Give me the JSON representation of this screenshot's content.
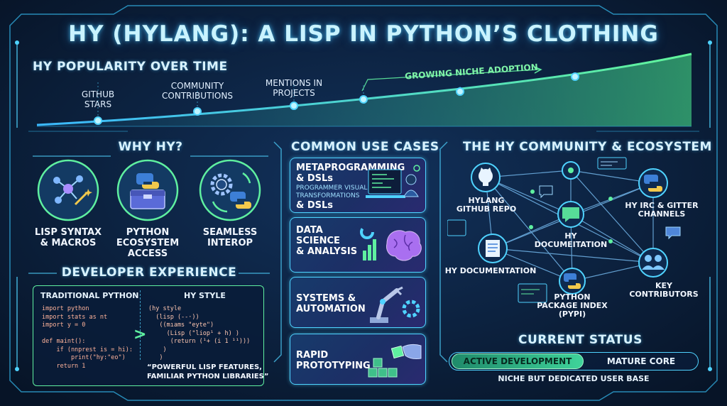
{
  "title": "HY (HYLANG): A LISP IN PYTHON’S CLOTHING",
  "popularity": {
    "title": "HY POPULARITY OVER TIME",
    "labels": [
      "GITHUB\nSTARS",
      "COMMUNITY\nCONTRIBUTIONS",
      "MENTIONS IN\nPROJECTS"
    ],
    "annotation": "GROWING NICHE ADOPTION"
  },
  "why": {
    "title": "WHY HY?",
    "items": [
      {
        "label": "LISP SYNTAX\n& MACROS",
        "icon": "network-wand-icon"
      },
      {
        "label": "PYTHON\nECOSYSTEM\nACCESS",
        "icon": "python-toolbox-icon"
      },
      {
        "label": "SEAMLESS\nINTEROP",
        "icon": "gear-python-interop-icon"
      }
    ]
  },
  "devx": {
    "title": "DEVELOPER EXPERIENCE",
    "traditional_title": "TRADITIONAL PYTHON",
    "traditional_code": "import python\nimport stats as nt\nimport y = 0\n\ndef maint():\n    if (nnprest is = hi):\n        print(\"hy:\"eo\")\n    return 1",
    "hy_title": "HY STYLE",
    "hy_code": "(hy style\n  (lisp (--·))\n   ((mıams \"eyte\")\n     (Lisp (\"liop¹ + h) )\n      (return (¹+ (i 1 ¹¹)))\n    )\n   )",
    "quote": "“POWERFUL LISP FEATURES,\nFAMILIAR PYTHON LIBRARIES”"
  },
  "use_cases": {
    "title": "COMMON USE CASES",
    "items": [
      {
        "title": "METAPROGRAMMING\n& DSLs",
        "sub": "PROGRAMMER VISUAL\nTRANSFORMATIONS",
        "extra": "& DSLs",
        "icon": "programmer-laptop-icon"
      },
      {
        "title": "DATA\nSCIENCE\n& ANALYSIS",
        "icon": "brain-charts-icon"
      },
      {
        "title": "SYSTEMS &\nAUTOMATION",
        "icon": "robot-arm-icon"
      },
      {
        "title": "RAPID\nPROTOTYPING",
        "icon": "hand-blocks-icon"
      }
    ]
  },
  "community": {
    "title": "THE HY COMMUNITY & ECOSYSTEM",
    "nodes": [
      {
        "label": "HYLANG\nGITHUB REPO",
        "icon": "github-icon"
      },
      {
        "label": "HY IRC & GITTER\nCHANNELS",
        "icon": "python-icon"
      },
      {
        "label": "HY\nDOCUMEITATION",
        "icon": "chat-bubble-icon"
      },
      {
        "label": "HY DOCUMENTATION",
        "icon": "document-icon"
      },
      {
        "label": "KEY\nCONTRIBUTORS",
        "icon": "people-icon"
      },
      {
        "label": "PYTHON\nPACKAGE INDEX\n(PYPI)",
        "icon": "python-icon"
      }
    ]
  },
  "status": {
    "title": "CURRENT STATUS",
    "active": "ACTIVE DEVELOPMENT",
    "mature": "MATURE CORE",
    "note": "NICHE BUT DEDICATED USER BASE"
  },
  "colors": {
    "background": "#0a1b33",
    "accent_cyan": "#4fd3ff",
    "accent_green": "#5ff0a0",
    "python_blue": "#3d7fd6",
    "python_yellow": "#f2c94c"
  }
}
